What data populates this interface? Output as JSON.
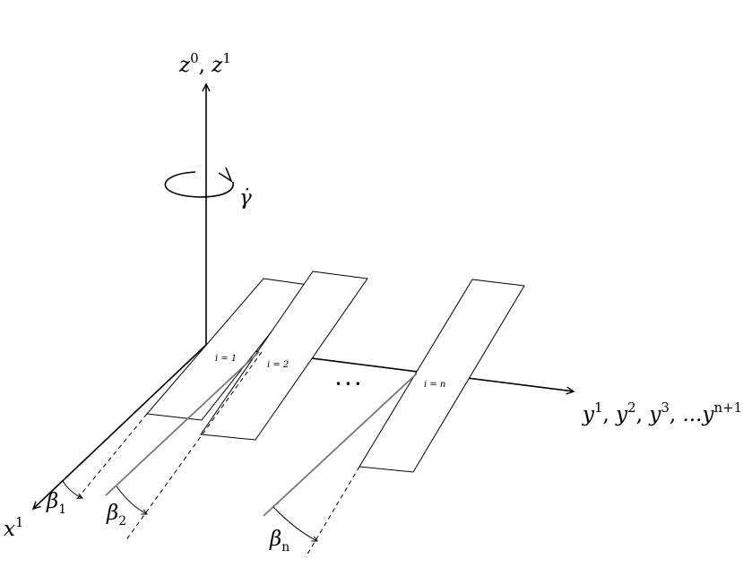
{
  "axes": {
    "z_axis": {
      "base": "z",
      "sup1": "0",
      "sep": ", ",
      "base2": "z",
      "sup2": "1"
    },
    "y_axis": {
      "parts": [
        {
          "base": "y",
          "sup": "1"
        },
        {
          "base": "y",
          "sup": "2"
        },
        {
          "base": "y",
          "sup": "3"
        },
        {
          "base": "...y",
          "sup": "n+1"
        }
      ],
      "sep": ", "
    },
    "x_axis": {
      "base": "x",
      "sup": "1"
    }
  },
  "rotation": {
    "label": "γ̇"
  },
  "plates": [
    {
      "label": "i = 1"
    },
    {
      "label": "i = 2"
    },
    {
      "label": "i = n"
    }
  ],
  "ellipsis": "• • •",
  "angles": [
    {
      "base": "β",
      "sub": "1"
    },
    {
      "base": "β",
      "sub": "2"
    },
    {
      "base": "β",
      "sub": "n"
    }
  ]
}
